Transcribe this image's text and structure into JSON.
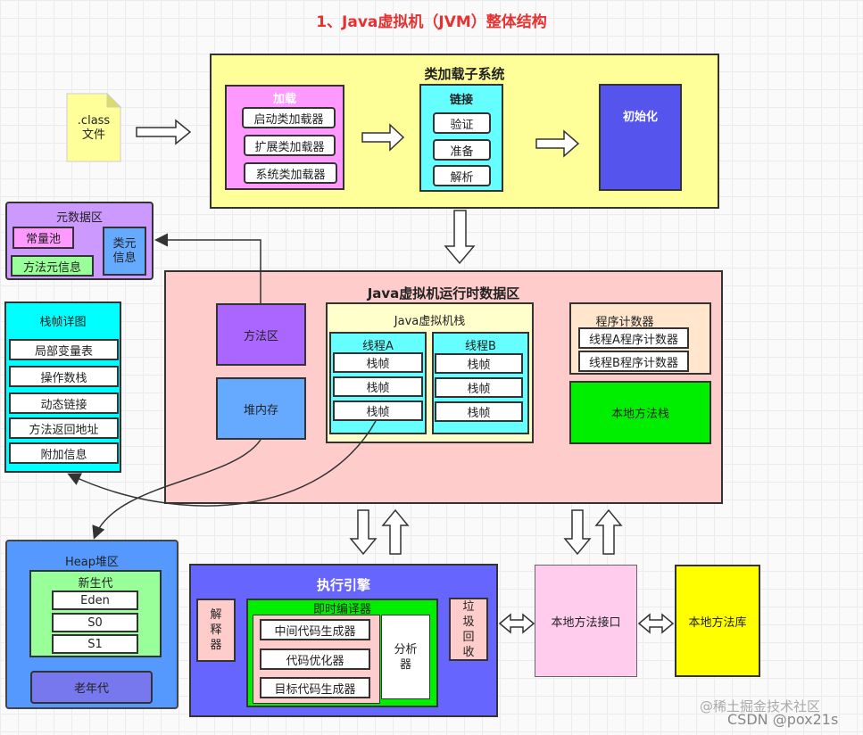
{
  "title": "1、Java虚拟机（JVM）整体结构",
  "class_file": {
    "line1": ".class",
    "line2": "文件"
  },
  "classloader": {
    "title": "类加载子系统",
    "loading": {
      "title": "加载",
      "items": [
        "启动类加载器",
        "扩展类加载器",
        "系统类加载器"
      ]
    },
    "linking": {
      "title": "链接",
      "items": [
        "验证",
        "准备",
        "解析"
      ]
    },
    "init": {
      "title": "初始化"
    }
  },
  "metaspace": {
    "title": "元数据区",
    "constant_pool": "常量池",
    "method_meta": "方法元信息",
    "class_meta": "类元信息"
  },
  "frame_detail": {
    "title": "栈帧详图",
    "items": [
      "局部变量表",
      "操作数栈",
      "动态链接",
      "方法返回地址",
      "附加信息"
    ]
  },
  "runtime": {
    "title": "Java虚拟机运行时数据区",
    "method_area": "方法区",
    "heap": "堆内存",
    "vm_stack": {
      "title": "Java虚拟机栈",
      "thread_a": {
        "title": "线程A",
        "frames": [
          "栈帧",
          "栈帧",
          "栈帧"
        ]
      },
      "thread_b": {
        "title": "线程B",
        "frames": [
          "栈帧",
          "栈帧",
          "栈帧"
        ]
      }
    },
    "pc": {
      "title": "程序计数器",
      "items": [
        "线程A程序计数器",
        "线程B程序计数器"
      ]
    },
    "native_stack": "本地方法栈"
  },
  "heap_area": {
    "title": "Heap堆区",
    "young": {
      "title": "新生代",
      "items": [
        "Eden",
        "S0",
        "S1"
      ]
    },
    "old": "老年代"
  },
  "engine": {
    "title": "执行引擎",
    "interpreter": "解释器",
    "jit": {
      "title": "即时编译器",
      "items": [
        "中间代码生成器",
        "代码优化器",
        "目标代码生成器"
      ],
      "analyzer": "分析器"
    },
    "gc": "垃圾回收"
  },
  "native_interface": "本地方法接口",
  "native_library": "本地方法库",
  "watermark": {
    "juejin": "@稀土掘金技术社区",
    "csdn": "CSDN @pox21s"
  },
  "colors": {
    "title": "#e83030",
    "classloader_bg": "#ffff99",
    "loading_bg": "#ff99ff",
    "linking_bg": "#66ffff",
    "init_bg": "#5555ee",
    "runtime_bg": "#ffcccc",
    "method_area_bg": "#aa66ff",
    "heap_bg": "#66aaff",
    "green": "#00ee00",
    "engine_bg": "#6666ff",
    "native_if_bg": "#ffccee",
    "native_lib_bg": "#ffff00",
    "heap_area_bg": "#5599ff",
    "young_bg": "#99ff99"
  }
}
